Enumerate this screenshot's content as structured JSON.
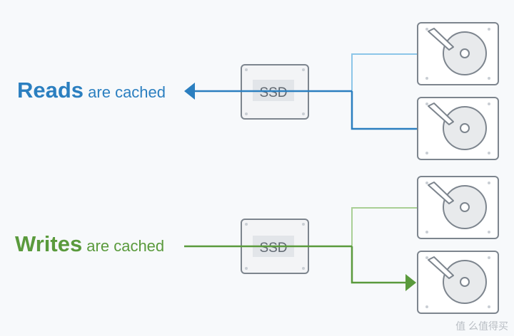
{
  "reads": {
    "strong": "Reads",
    "rest": " are cached",
    "color": "#2b7fc0",
    "light_color": "#8cc6e8"
  },
  "writes": {
    "strong": "Writes",
    "rest": " are cached",
    "color": "#5a9a3c",
    "light_color": "#a9cf95"
  },
  "ssd_label": "SSD",
  "watermark": "值 么值得买"
}
